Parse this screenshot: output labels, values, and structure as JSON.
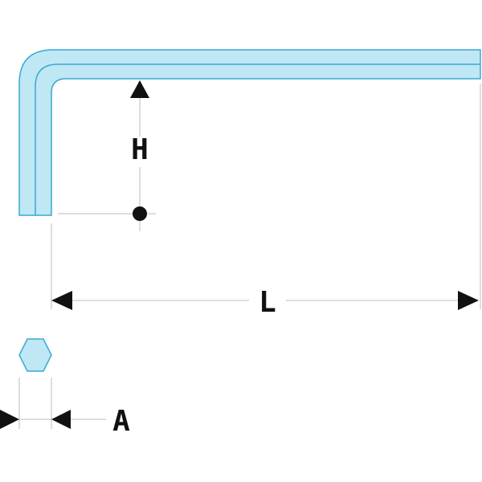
{
  "labels": {
    "height": "H",
    "length": "L",
    "across_flats": "A"
  },
  "colors": {
    "tool_fill": "#bfe7f4",
    "tool_stroke": "#39a9d4",
    "dimension_line": "#bdbdbd",
    "arrow": "#111111",
    "reference_point": "#111111"
  },
  "icons": {
    "tool_side_view": "l-shaped-hex-key",
    "tool_section": "hexagon-section-icon",
    "reference_point": "reference-dot-icon"
  }
}
